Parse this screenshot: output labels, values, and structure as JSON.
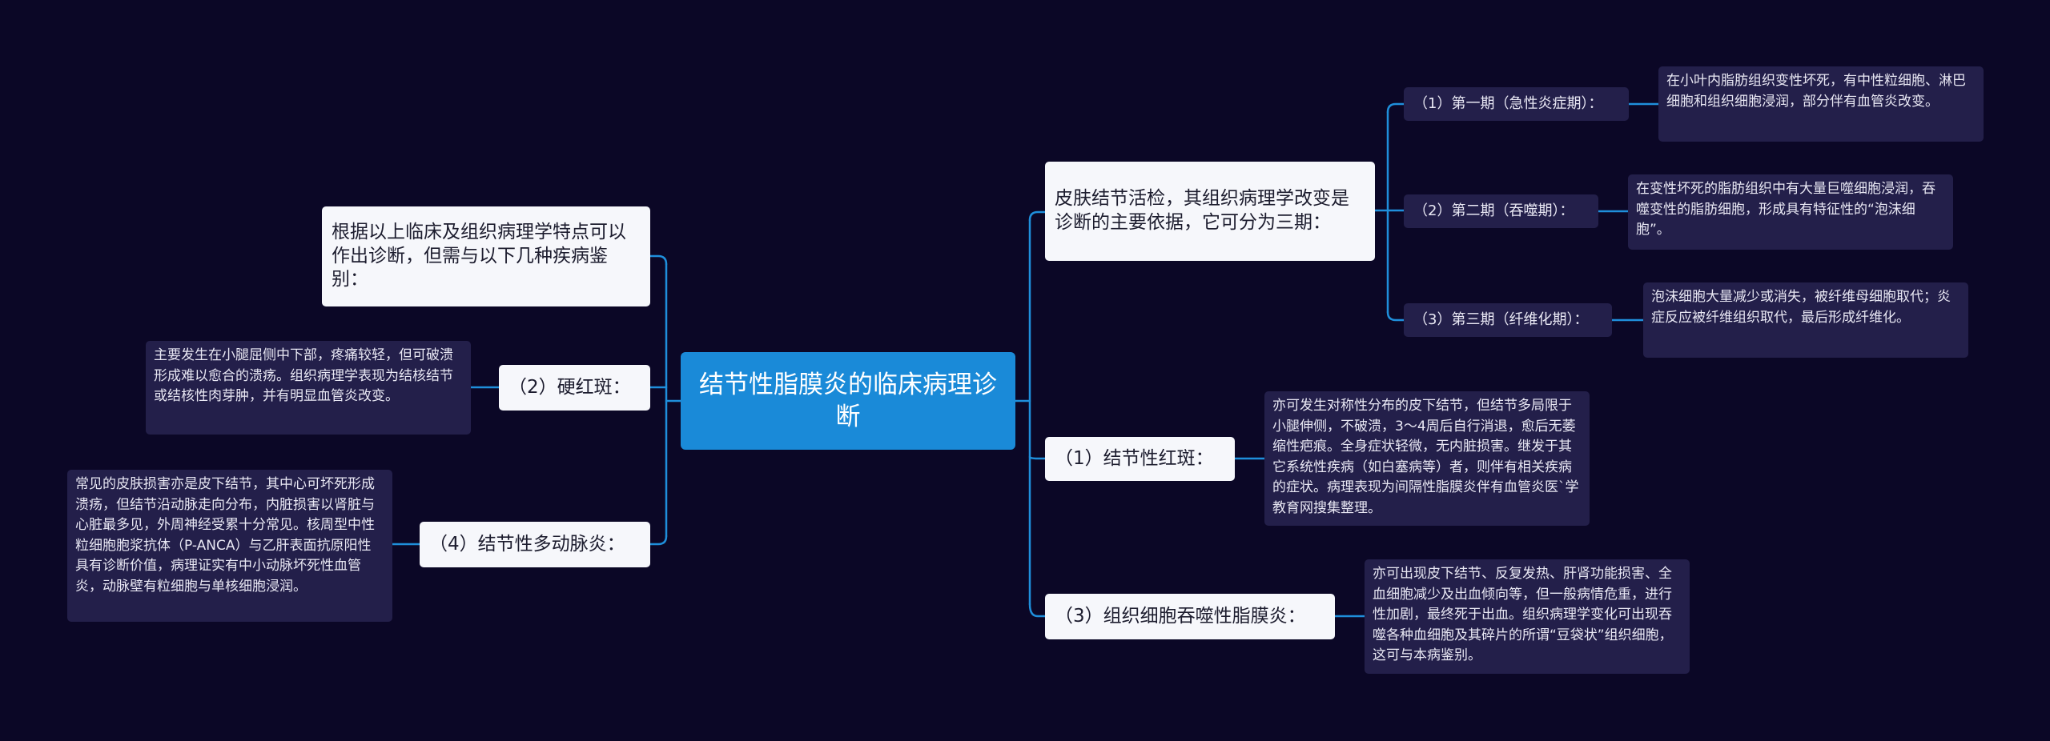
{
  "mindmap": {
    "root": "结节性脂膜炎的临床病理诊断",
    "right_branches": {
      "biopsy": {
        "label": "皮肤结节活检，其组织病理学改变是诊断的主要依据，它可分为三期：",
        "stages": [
          {
            "label": "（1）第一期（急性炎症期）：",
            "detail": "在小叶内脂肪组织变性坏死，有中性粒细胞、淋巴细胞和组织细胞浸润，部分伴有血管炎改变。"
          },
          {
            "label": "（2）第二期（吞噬期）：",
            "detail": "在变性坏死的脂肪组织中有大量巨噬细胞浸润，吞噬变性的脂肪细胞，形成具有特征性的“泡沫细胞”。"
          },
          {
            "label": "（3）第三期（纤维化期）：",
            "detail": "泡沫细胞大量减少或消失，被纤维母细胞取代；炎症反应被纤维组织取代，最后形成纤维化。"
          }
        ]
      },
      "erythema": {
        "label": "（1）结节性红斑：",
        "detail": "亦可发生对称性分布的皮下结节，但结节多局限于小腿伸侧，不破溃，3～4周后自行消退，愈后无萎缩性疤痕。全身症状轻微，无内脏损害。继发于其它系统性疾病（如白塞病等）者，则伴有相关疾病的症状。病理表现为间隔性脂膜炎伴有血管炎医`学教育网搜集整理。"
      },
      "histiocytic": {
        "label": "（3）组织细胞吞噬性脂膜炎：",
        "detail": "亦可出现皮下结节、反复发热、肝肾功能损害、全血细胞减少及出血倾向等，但一般病情危重，进行性加剧，最终死于出血。组织病理学变化可出现吞噬各种血细胞及其碎片的所谓“豆袋状”组织细胞，这可与本病鉴别。"
      }
    },
    "left_branches": {
      "intro": {
        "label": "根据以上临床及组织病理学特点可以作出诊断，但需与以下几种疾病鉴别："
      },
      "induratum": {
        "label": "（2）硬红斑：",
        "detail": "主要发生在小腿屈侧中下部，疼痛较轻，但可破溃形成难以愈合的溃疡。组织病理学表现为结核结节或结核性肉芽肿，并有明显血管炎改变。"
      },
      "pan": {
        "label": "（4）结节性多动脉炎：",
        "detail": "常见的皮肤损害亦是皮下结节，其中心可坏死形成溃疡，但结节沿动脉走向分布，内脏损害以肾脏与心脏最多见，外周神经受累十分常见。核周型中性粒细胞胞浆抗体（P-ANCA）与乙肝表面抗原阳性具有诊断价值，病理证实有中小动脉坏死性血管炎，动脉壁有粒细胞与单核细胞浸润。"
      }
    },
    "colors": {
      "background": "#0b0726",
      "root": "#1a8ad8",
      "connector": "#1f8fdb",
      "level1": "#f6f7fb",
      "level2": "#231f4a"
    }
  }
}
